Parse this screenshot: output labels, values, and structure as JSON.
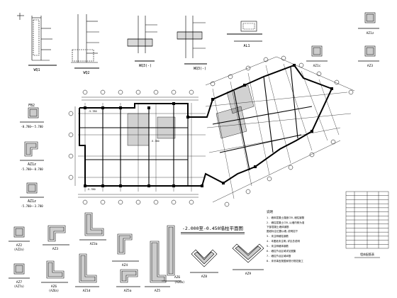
{
  "wall_sections": [
    {
      "name": "WQ1"
    },
    {
      "name": "WQ2"
    },
    {
      "name": "WQ3(-)"
    },
    {
      "name": "WQ3(-)"
    }
  ],
  "top_right_details": [
    {
      "name": "AL1"
    },
    {
      "name": "AZ1z"
    },
    {
      "name": "AZ1c"
    },
    {
      "name": "AZ3"
    }
  ],
  "left_columns": [
    {
      "name": "FB2",
      "sub": "-0.780~-5.780"
    },
    {
      "name": "AZ1z",
      "sub": "-5.780~-0.780"
    },
    {
      "name": "AZ1z",
      "sub": "-5.780~-3.780"
    }
  ],
  "plan": {
    "title": "-2.000至-0.450墙柱平面图",
    "elev_labels": [
      "-5.780",
      "-5.780",
      "-5.780"
    ]
  },
  "bottom_details": [
    {
      "name": "AZ2",
      "sub": "(AZ2a)"
    },
    {
      "name": "AZ3"
    },
    {
      "name": "AZ3a"
    },
    {
      "name": "AZ7",
      "sub": "(AZ7a)"
    },
    {
      "name": "AZ6",
      "sub": "(AZ6a)"
    },
    {
      "name": "AZ1d"
    },
    {
      "name": "AZ4"
    },
    {
      "name": "AZ5"
    },
    {
      "name": "AZ5a"
    },
    {
      "name": "AZ6",
      "sub": "(AZ6a)"
    },
    {
      "name": "AZ8"
    },
    {
      "name": "AZ9"
    }
  ],
  "notes": {
    "heading": "说明",
    "items": [
      "1. 墙体混凝土强度C35,墙柱钢筋",
      "2. 墙柱混凝土C35,以墙内侧为准",
      "   下部混凝土墙体钢筋",
      "   图纸标注位置以墙,说明如下",
      "3. 未注明墙柱钢筋",
      "4. 本图纸未注明,详见总说明",
      "5. 未注明墙体钢筋",
      "6. 墙柱节点区域详见图集",
      "7. 墙柱节点区域纵筋",
      "8. 未尽事宜按国家现行规范施工"
    ]
  },
  "table": {
    "caption": "墙体配筋表",
    "rows": 14
  }
}
